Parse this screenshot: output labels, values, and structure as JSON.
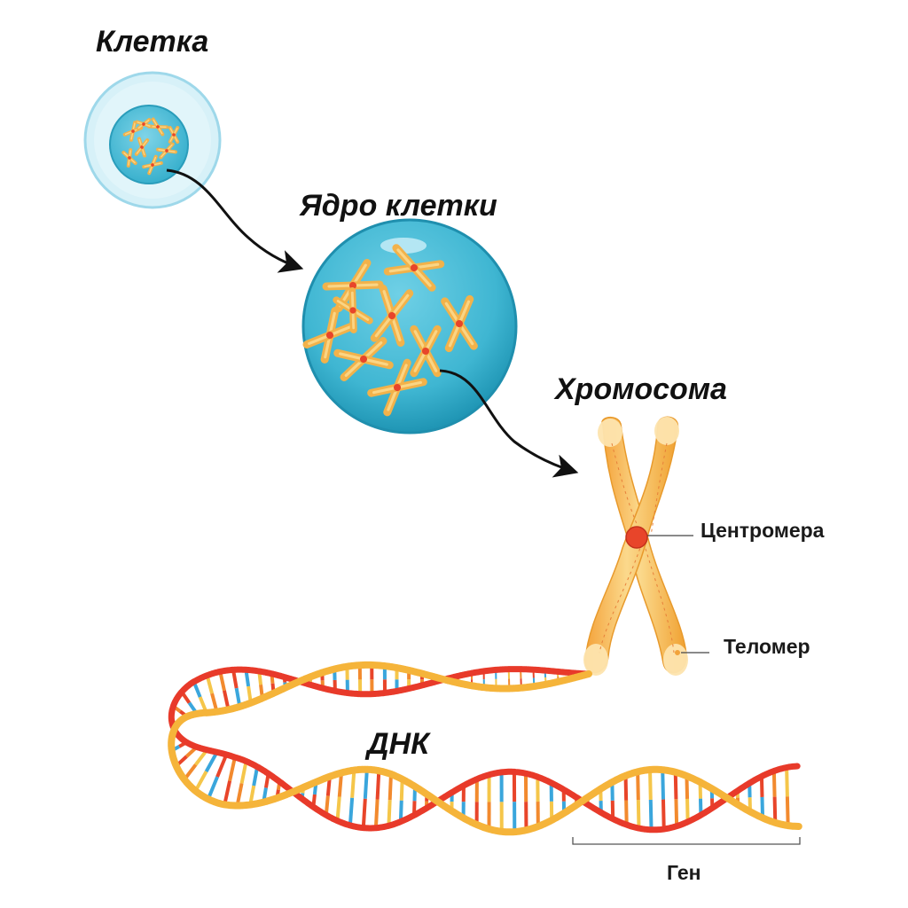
{
  "labels": {
    "cell": "Клетка",
    "nucleus": "Ядро клетки",
    "chromosome": "Хромосома",
    "centromere": "Центромера",
    "telomere": "Теломер",
    "dna": "ДНК",
    "gene": "Ген"
  },
  "colors": {
    "cell_outer": "#d7f1f8",
    "cell_membrane": "#9ed8ea",
    "nucleus_fill": "#3fb6d2",
    "nucleus_edge": "#1f95b4",
    "chromosome": "#f2b24a",
    "chromosome_light": "#fbd98c",
    "centromere": "#e8452a",
    "dna_strand_red": "#e83a2a",
    "dna_strand_yellow": "#f5b43a",
    "base_red": "#e8452a",
    "base_blue": "#3aa6dc",
    "base_yellow": "#f5c64a",
    "base_orange": "#f28a2e",
    "arrow": "#111111"
  }
}
